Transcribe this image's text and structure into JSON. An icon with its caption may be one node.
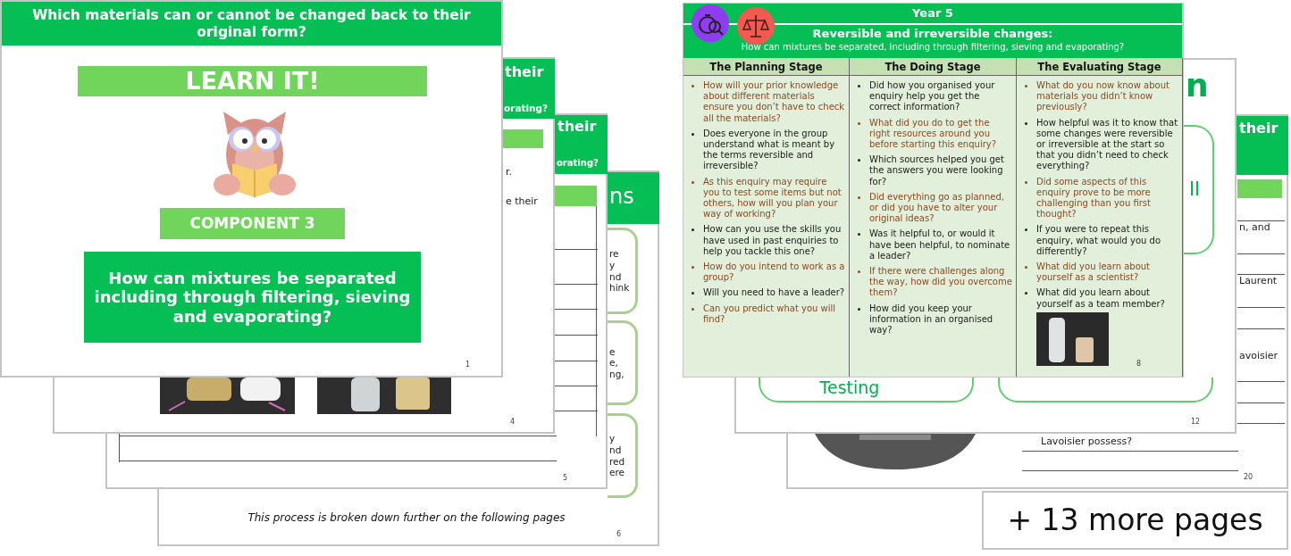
{
  "diagram": {
    "nodes": [
      {
        "text": [
          "Which materials can or cannot be changed back to their original form?"
        ]
      },
      {
        "text": [
          "LEARN IT!"
        ]
      },
      {
        "text": [
          "COMPONENT 3"
        ]
      },
      {
        "text": [
          "How can mixtures be separated including through filtering, sieving and evaporating?"
        ]
      },
      {
        "text": [
          "re y nd hink"
        ]
      },
      {
        "text": [
          "e e, ng,"
        ]
      },
      {
        "text": [
          "y nd red ere"
        ]
      },
      {
        "text": [
          "Year 5",
          "Reversible and irreversible changes:",
          "How can mixtures be separated, including through filtering, sieving and evaporating?"
        ]
      },
      {
        "text": [
          "The Planning Stage",
          "How will your prior knowledge about different materials ensure you don’t have to check all the materials?",
          "Does everyone in the group understand what is meant by the terms reversible and irreversible?",
          "As this enquiry may require you to test some items but not others, how will you plan your way of working?",
          "How can you use the skills you have used in past enquiries to help you tackle this one?",
          "How do you intend to work as a group?",
          "Will you need to have a leader?",
          "Can you predict what you will find?"
        ]
      },
      {
        "text": [
          "The Doing Stage",
          "Did how you organised your enquiry help you get the correct information?",
          "What did you do to get the right resources around you before starting this enquiry?",
          "Which sources helped you get the answers you were looking for?",
          "Did everything go as planned, or did you have to alter your original ideas?",
          "Was it helpful to, or would it have been helpful, to nominate a leader?",
          "If there were challenges along the way, how did you overcome them?",
          "How did you keep your information in an organised way?"
        ]
      },
      {
        "text": [
          "The Evaluating Stage",
          "What do you now know about materials you didn’t know previously?",
          "How helpful was it to know that some changes were reversible or irreversible at the start so that you didn’t need to check everything?",
          "Did some aspects of this enquiry prove to be more challenging than you first thought?",
          "If you were to repeat this enquiry, what would you do differently?",
          "What did you learn about yourself as a scientist?",
          "What did you learn about yourself as a team member?"
        ]
      },
      {
        "text": [
          "ll"
        ]
      },
      {
        "text": [
          "Testing"
        ]
      },
      {
        "text": [],
        "shape": "box"
      },
      {
        "text": [
          "+ 13 more pages"
        ]
      }
    ],
    "edges": [],
    "labels": [
      "1",
      "their",
      "orating?",
      "r.",
      "e their",
      "4",
      "their",
      "orating?",
      "5",
      "ns",
      "This process is broken down further on the following pages",
      "6",
      "8",
      "n",
      "12",
      "their",
      "n, and",
      "Laurent",
      "avoisier",
      "Lavoisier possess?",
      "20"
    ]
  }
}
